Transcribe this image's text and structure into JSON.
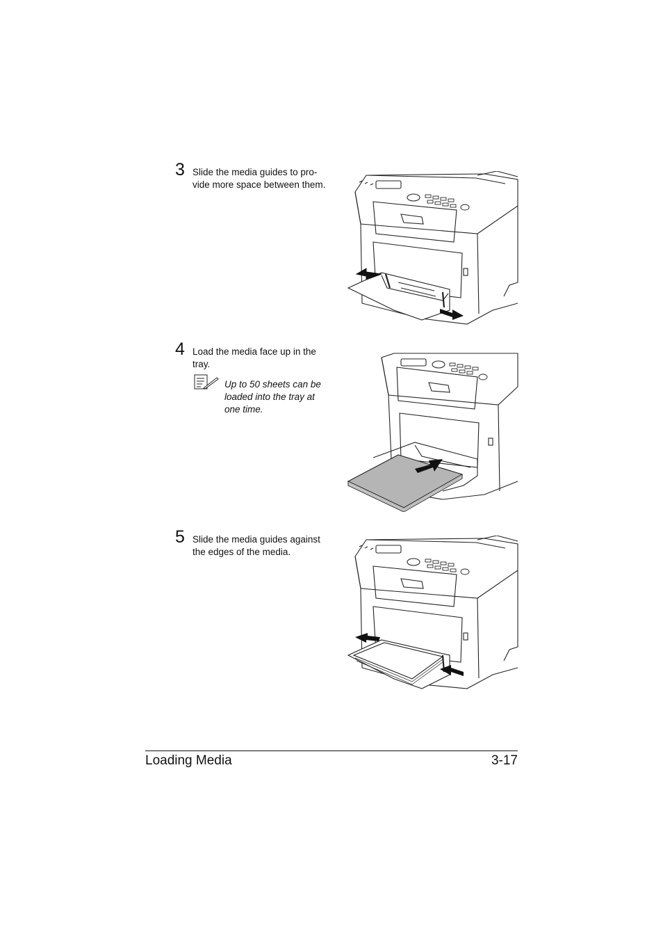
{
  "steps": [
    {
      "number": "3",
      "line1": "Slide the media guides to pro-",
      "line2": "vide more space between them."
    },
    {
      "number": "4",
      "line1": "Load the media face up in the",
      "line2": "tray."
    },
    {
      "number": "5",
      "line1": "Slide the media guides against",
      "line2": "the edges of the media."
    }
  ],
  "note": {
    "icon": "note-pencil-icon",
    "line1": "Up to 50 sheets can be",
    "line2": "loaded into the tray at",
    "line3": "one time."
  },
  "footer": {
    "title": "Loading Media",
    "page": "3-17"
  }
}
